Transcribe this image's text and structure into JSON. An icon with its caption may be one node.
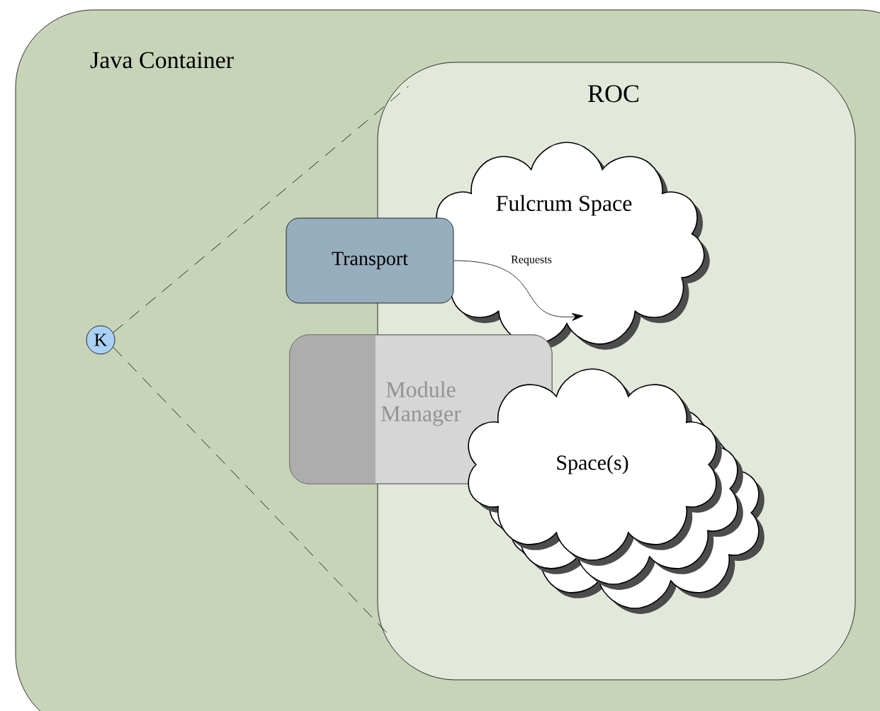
{
  "diagram": {
    "nodes": [
      {
        "text": [
          "Java Container"
        ]
      },
      {
        "text": [
          "ROC"
        ],
        "in": 0
      },
      {
        "text": [
          "Fulcrum Space"
        ],
        "in": 1
      },
      {
        "text": [
          "Transport"
        ],
        "in": 0
      },
      {
        "text": [
          "Module Manager"
        ],
        "in": 0
      },
      {
        "text": [
          "Space(s)"
        ],
        "in": 1
      },
      {
        "text": [
          "K"
        ],
        "in": 0
      }
    ],
    "edges": [
      {
        "from": 3,
        "to": 2,
        "arrow": "to",
        "label": "Requests"
      },
      {
        "from": 6,
        "to": 1,
        "arrow": "none",
        "style": "dashed"
      },
      {
        "from": 6,
        "to": 1,
        "arrow": "none",
        "style": "dashed"
      }
    ]
  }
}
